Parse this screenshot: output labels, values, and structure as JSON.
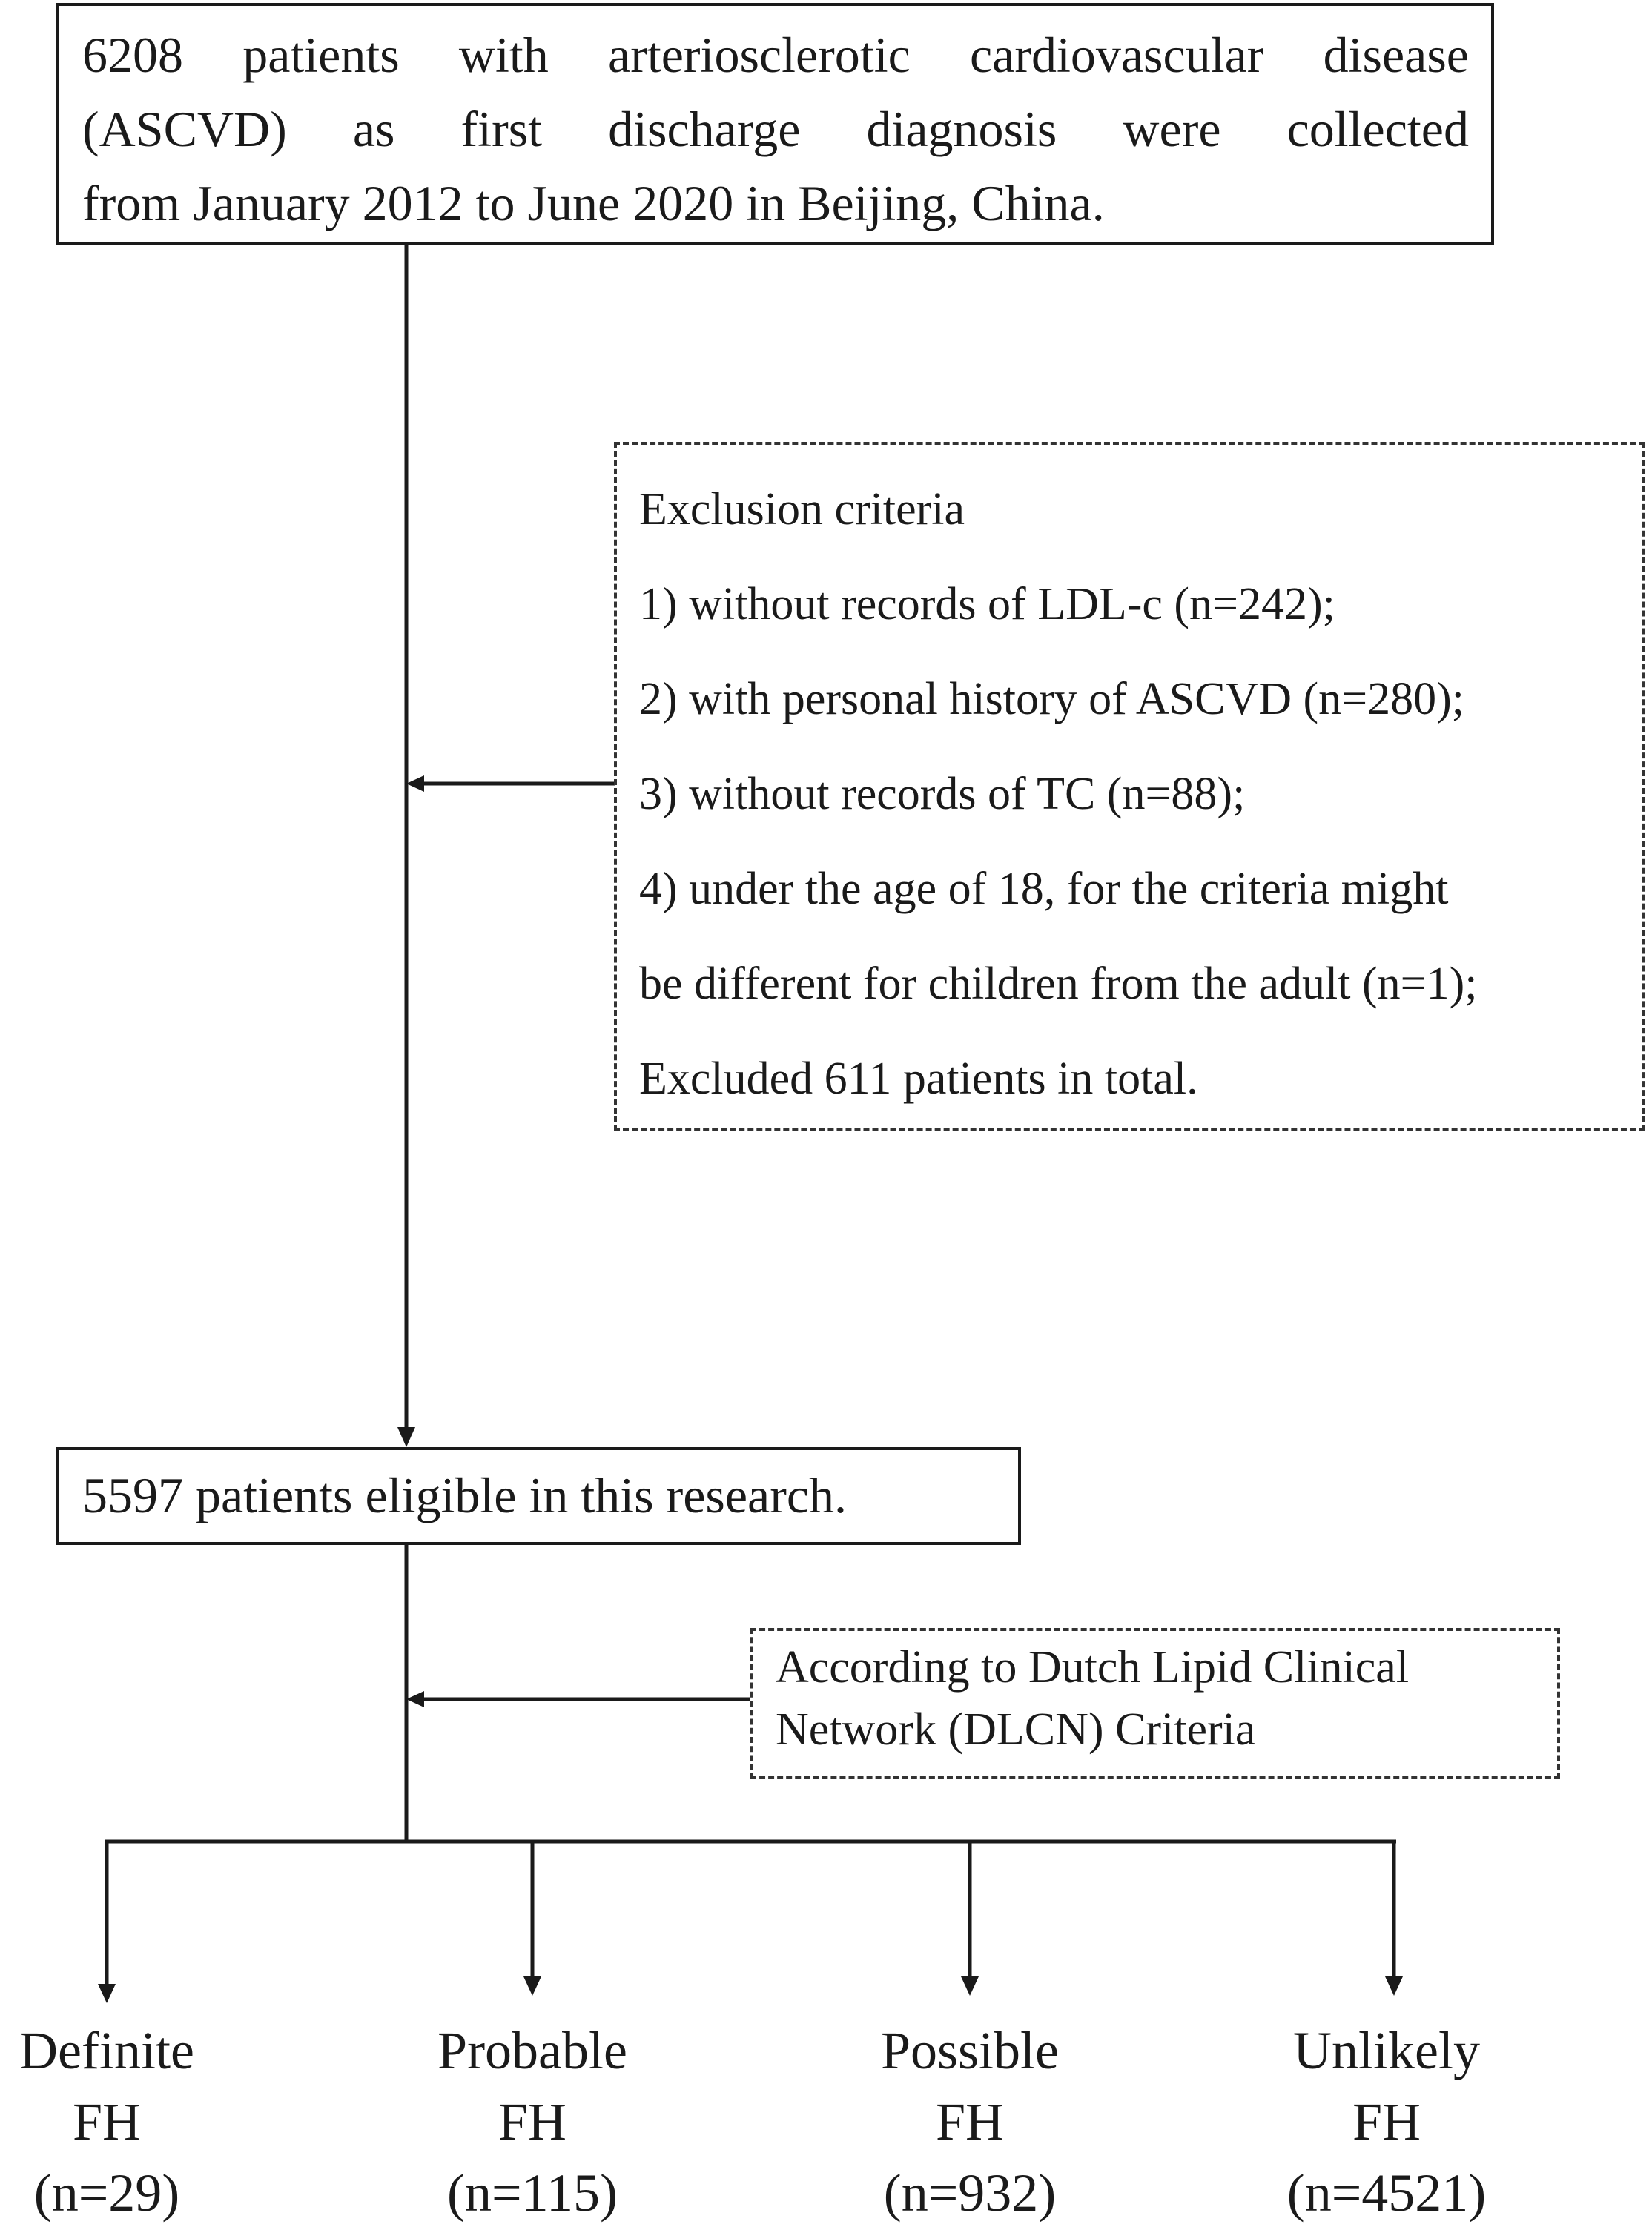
{
  "top_box": {
    "line1": "6208 patients with arteriosclerotic cardiovascular disease",
    "line2": "(ASCVD) as first discharge diagnosis were collected",
    "line3": "from January 2012 to June 2020 in Beijing, China."
  },
  "exclusion": {
    "title": "Exclusion criteria",
    "items": [
      "1)  without records of LDL-c (n=242);",
      "2) with personal history of ASCVD  (n=280);",
      "3) without records of TC (n=88);",
      "4) under the age of 18, for the criteria might",
      "be different for children from the adult (n=1);",
      "Excluded 611 patients in total."
    ]
  },
  "eligible": {
    "text": "5597 patients eligible in this research."
  },
  "dlcn": {
    "line1": "According to Dutch Lipid Clinical",
    "line2": "Network (DLCN) Criteria"
  },
  "outcomes": [
    {
      "label": "Definite",
      "sub": "FH",
      "count": "(n=29)"
    },
    {
      "label": "Probable",
      "sub": "FH",
      "count": "(n=115)"
    },
    {
      "label": "Possible",
      "sub": "FH",
      "count": "(n=932)"
    },
    {
      "label": "Unlikely",
      "sub": "FH",
      "count": "(n=4521)"
    }
  ]
}
